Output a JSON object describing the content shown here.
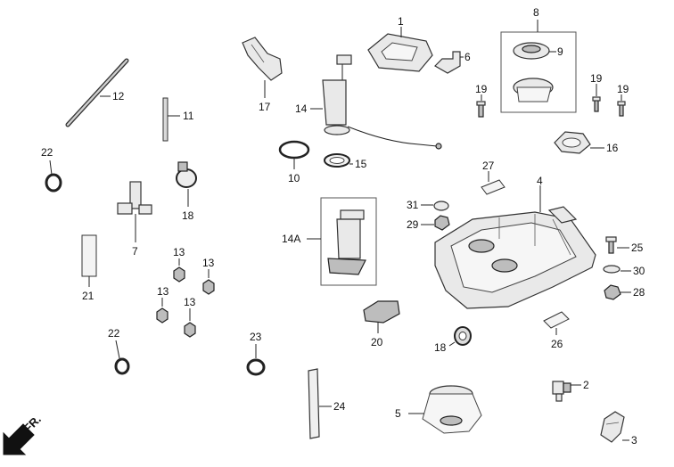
{
  "callouts": {
    "p1": "1",
    "p2": "2",
    "p3": "3",
    "p4": "4",
    "p5": "5",
    "p6": "6",
    "p7": "7",
    "p8": "8",
    "p9": "9",
    "p10": "10",
    "p11": "11",
    "p12": "12",
    "p13a": "13",
    "p13b": "13",
    "p13c": "13",
    "p13d": "13",
    "p14": "14",
    "p14a": "14A",
    "p15": "15",
    "p16": "16",
    "p17": "17",
    "p18a": "18",
    "p18b": "18",
    "p19a": "19",
    "p19b": "19",
    "p19c": "19",
    "p20": "20",
    "p21": "21",
    "p22a": "22",
    "p22b": "22",
    "p23": "23",
    "p24": "24",
    "p25": "25",
    "p26": "26",
    "p27": "27",
    "p28": "28",
    "p29": "29",
    "p30": "30",
    "p31": "31"
  },
  "direction": {
    "label": "FR."
  },
  "colors": {
    "ink": "#111111",
    "part_fill": "#e9e9e9",
    "part_dark": "#bdbdbd"
  }
}
